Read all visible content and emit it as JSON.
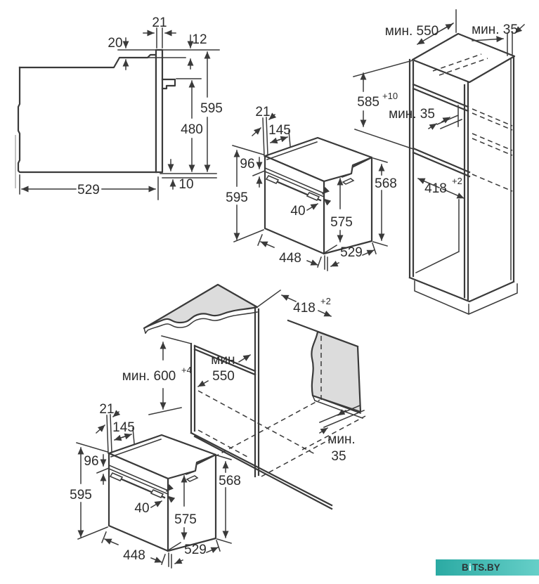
{
  "side_view": {
    "door_thickness": "21",
    "top_offset": "12",
    "top_step": "20",
    "height": "595",
    "front_height": "480",
    "bottom_gap": "10",
    "depth": "529"
  },
  "oven": {
    "door": "21",
    "depth145": "145",
    "panel": "96",
    "height": "595",
    "handle": "40",
    "body_height": "575",
    "width": "448",
    "depth": "529",
    "body_height_side": "568"
  },
  "cabinet": {
    "min_depth": "мин. 550",
    "min_gap_top": "мин. 35",
    "niche_height": "585",
    "niche_height_tol": "+10",
    "min_gap_mid": "мин. 35",
    "niche_depth": "418",
    "niche_depth_tol": "+2"
  },
  "under_counter": {
    "niche_depth": "418",
    "niche_depth_tol": "+2",
    "min_height": "мин. 600",
    "min_height_tol": "+4",
    "min_depth_line1": "мин.",
    "min_depth_line2": "550",
    "min_gap_line1": "мин.",
    "min_gap_line2": "35"
  },
  "watermark": {
    "part1": "B",
    "part2": "i",
    "part3": "TS.BY"
  },
  "colors": {
    "line": "#3a3a3a",
    "counter_fill": "#dcdcdc",
    "teal_start": "#2baaa3",
    "teal_end": "#66cfc8",
    "watermark_text": "#2d3436"
  }
}
